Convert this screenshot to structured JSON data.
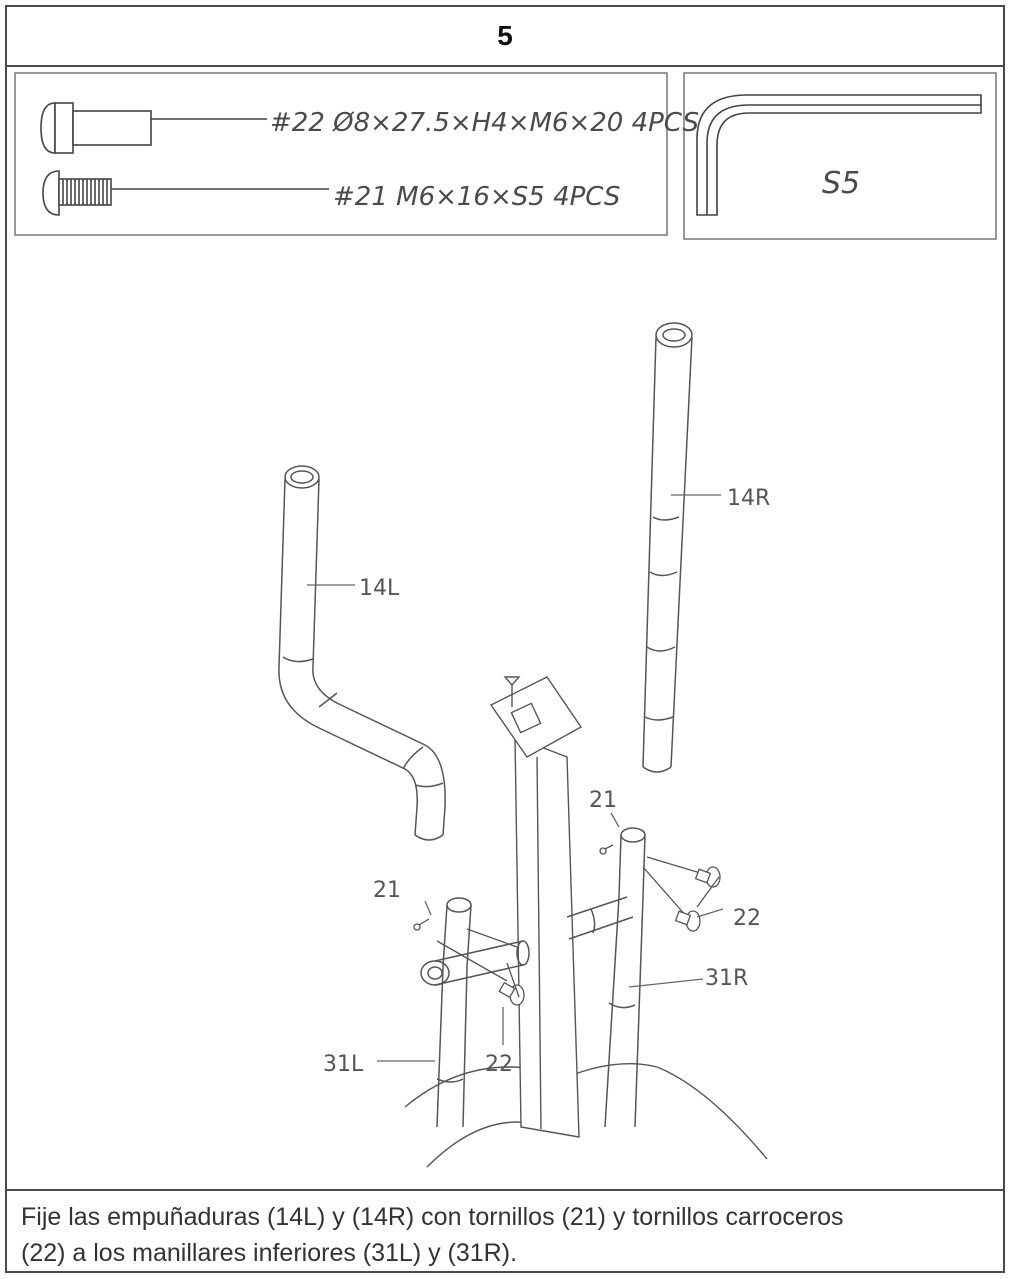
{
  "step": {
    "number": "5"
  },
  "hardware": {
    "part22": "#22 Ø8×27.5×H4×M6×20 4PCS",
    "part21": "#21 M6×16×S5 4PCS",
    "wrench": "S5"
  },
  "labels": {
    "l14L": "14L",
    "l14R": "14R",
    "l21_left": "21",
    "l21_right": "21",
    "l22_right": "22",
    "l22_bottom": "22",
    "l31R": "31R",
    "l31L": "31L"
  },
  "caption": {
    "line1": "Fije las empuñaduras (14L) y (14R) con tornillos (21) y tornillos carroceros",
    "line2": "(22) a los manillares inferiores (31L) y (31R)."
  }
}
